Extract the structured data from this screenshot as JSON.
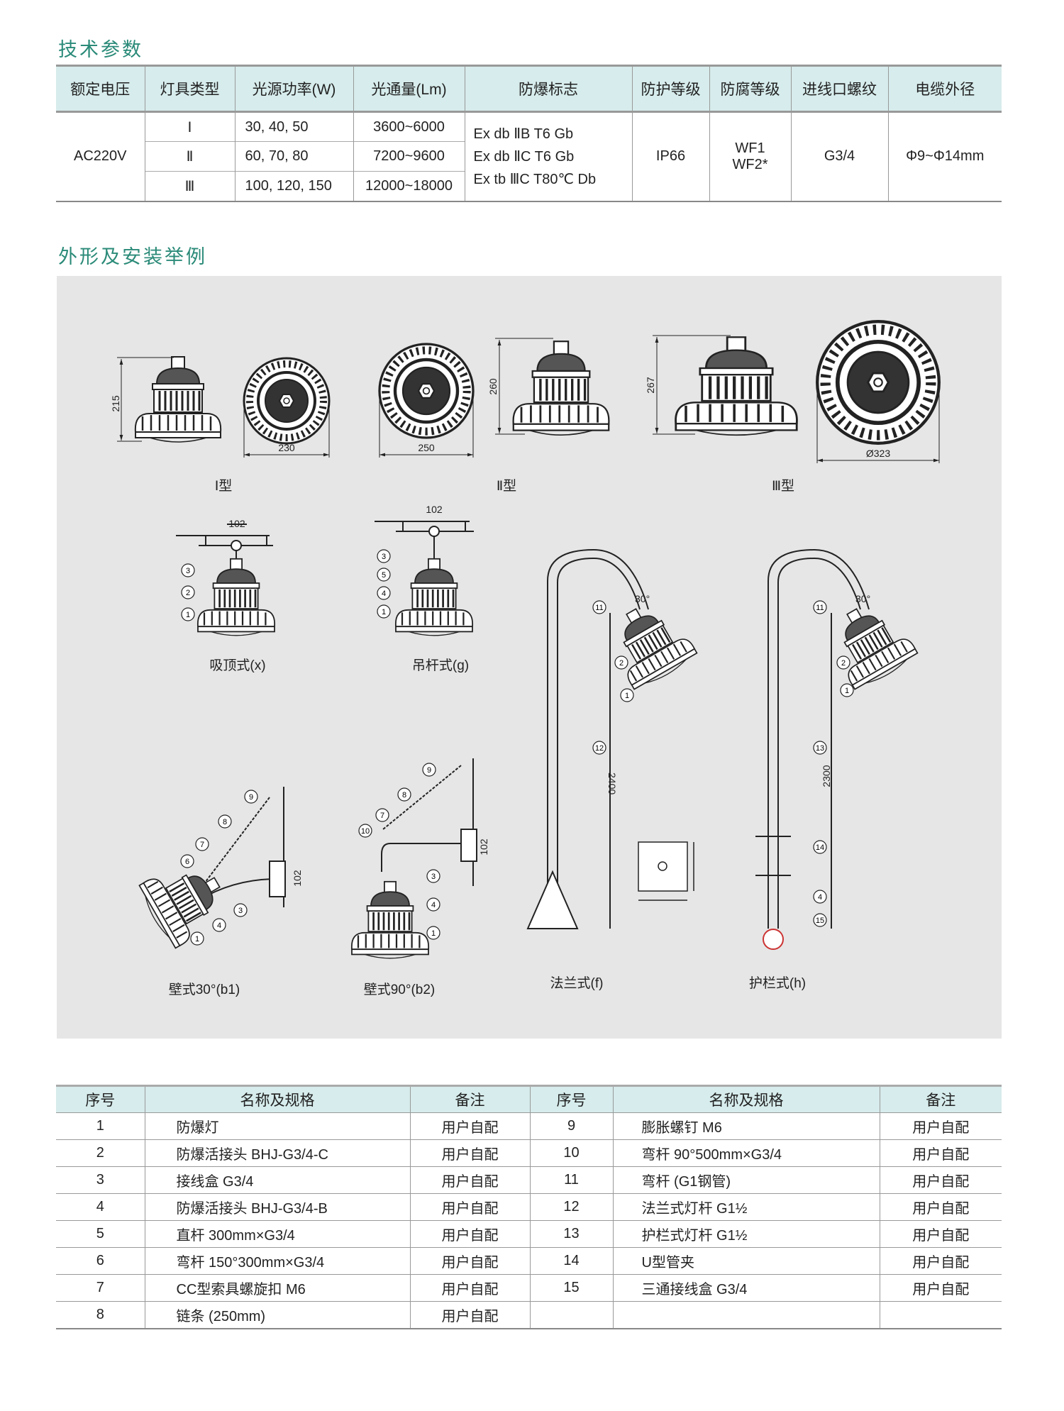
{
  "spec_section": {
    "title": "技术参数",
    "headers": [
      "额定电压",
      "灯具类型",
      "光源功率(W)",
      "光通量(Lm)",
      "防爆标志",
      "防护等级",
      "防腐等级",
      "进线口螺纹",
      "电缆外径"
    ],
    "voltage": "AC220V",
    "rows": [
      {
        "type": "Ⅰ",
        "power": "30, 40, 50",
        "flux": "3600~6000"
      },
      {
        "type": "Ⅱ",
        "power": "60, 70, 80",
        "flux": "7200~9600"
      },
      {
        "type": "Ⅲ",
        "power": "100, 120, 150",
        "flux": "12000~18000"
      }
    ],
    "ex_marks": [
      "Ex db ⅡB  T6  Gb",
      "Ex db ⅡC  T6  Gb",
      "Ex tb ⅢC  T80℃  Db"
    ],
    "ip": "IP66",
    "wf": [
      "WF1",
      "WF2*"
    ],
    "thread": "G3/4",
    "cable": "Φ9~Φ14mm"
  },
  "install_section": {
    "title": "外形及安装举例",
    "type_labels": [
      "Ⅰ型",
      "Ⅱ型",
      "Ⅲ型"
    ],
    "dims": {
      "t1_h": "215",
      "t1_d": "230",
      "t2_d": "250",
      "t2_h": "260",
      "t3_h": "267",
      "t3_d": "Ø323",
      "w102": "102",
      "angle": "30°",
      "f_h": "2400",
      "h_h": "2300"
    },
    "mount_labels": {
      "x": "吸顶式(x)",
      "g": "吊杆式(g)",
      "f": "法兰式(f)",
      "h": "护栏式(h)",
      "b1": "壁式30°(b1)",
      "b2": "壁式90°(b2)"
    },
    "callouts": {
      "x": [
        "3",
        "2",
        "1"
      ],
      "g": [
        "3",
        "5",
        "4",
        "1"
      ],
      "f": [
        "11",
        "2",
        "1",
        "12"
      ],
      "h": [
        "11",
        "2",
        "1",
        "13",
        "14",
        "4",
        "15"
      ],
      "b1": [
        "9",
        "8",
        "7",
        "6",
        "4",
        "3",
        "1"
      ],
      "b2": [
        "9",
        "8",
        "7",
        "10",
        "3",
        "4",
        "1"
      ]
    }
  },
  "parts": {
    "headers": [
      "序号",
      "名称及规格",
      "备注",
      "序号",
      "名称及规格",
      "备注"
    ],
    "left": [
      [
        "1",
        "防爆灯",
        "用户自配"
      ],
      [
        "2",
        "防爆活接头 BHJ-G3/4-C",
        "用户自配"
      ],
      [
        "3",
        "接线盒 G3/4",
        "用户自配"
      ],
      [
        "4",
        "防爆活接头 BHJ-G3/4-B",
        "用户自配"
      ],
      [
        "5",
        "直杆 300mm×G3/4",
        "用户自配"
      ],
      [
        "6",
        "弯杆 150°300mm×G3/4",
        "用户自配"
      ],
      [
        "7",
        "CC型索具螺旋扣 M6",
        "用户自配"
      ],
      [
        "8",
        "链条 (250mm)",
        "用户自配"
      ]
    ],
    "right": [
      [
        "9",
        "膨胀螺钉  M6",
        "用户自配"
      ],
      [
        "10",
        "弯杆 90°500mm×G3/4",
        "用户自配"
      ],
      [
        "11",
        "弯杆 (G1钢管)",
        "用户自配"
      ],
      [
        "12",
        "法兰式灯杆 G1½",
        "用户自配"
      ],
      [
        "13",
        "护栏式灯杆 G1½",
        "用户自配"
      ],
      [
        "14",
        "U型管夹",
        "用户自配"
      ],
      [
        "15",
        "三通接线盒 G3/4",
        "用户自配"
      ],
      [
        "",
        "",
        ""
      ]
    ]
  }
}
